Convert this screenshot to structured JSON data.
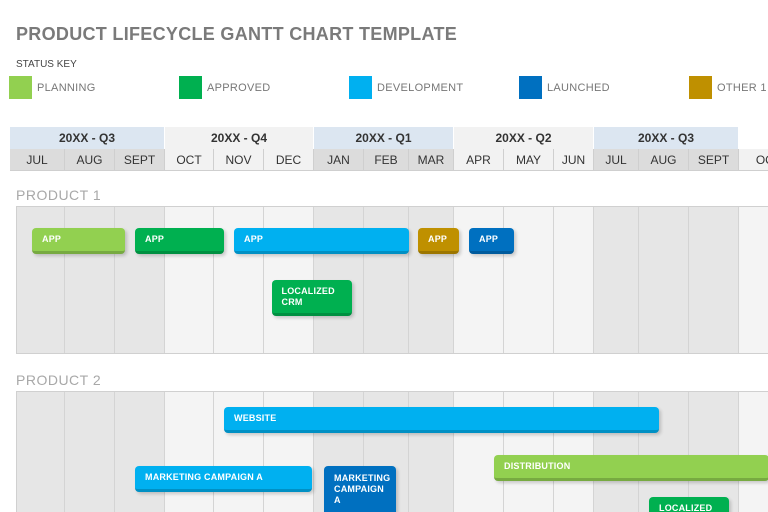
{
  "title": "PRODUCT LIFECYCLE GANTT CHART TEMPLATE",
  "status_key_label": "STATUS KEY",
  "legend": [
    {
      "label": "PLANNING",
      "color": "#92d050"
    },
    {
      "label": "APPROVED",
      "color": "#00b050"
    },
    {
      "label": "DEVELOPMENT",
      "color": "#00b0f0"
    },
    {
      "label": "LAUNCHED",
      "color": "#0070c0"
    },
    {
      "label": "OTHER 1",
      "color": "#bf9000"
    }
  ],
  "chart_data": {
    "type": "gantt",
    "quarters": [
      {
        "label": "20XX - Q3",
        "months": 3
      },
      {
        "label": "20XX - Q4",
        "months": 3
      },
      {
        "label": "20XX - Q1",
        "months": 3
      },
      {
        "label": "20XX - Q2",
        "months": 3
      },
      {
        "label": "20XX - Q3",
        "months": 3
      }
    ],
    "months": [
      "JUL",
      "AUG",
      "SEPT",
      "OCT",
      "NOV",
      "DEC",
      "JAN",
      "FEB",
      "MAR",
      "APR",
      "MAY",
      "JUN",
      "JUL",
      "AUG",
      "SEPT",
      "OCT"
    ],
    "sections": [
      {
        "name": "PRODUCT 1",
        "tasks": [
          {
            "label": "APP",
            "status": "PLANNING",
            "start": 0.4,
            "end": 2.2,
            "row": 0
          },
          {
            "label": "APP",
            "status": "APPROVED",
            "start": 2.4,
            "end": 4.2,
            "row": 0
          },
          {
            "label": "APP",
            "status": "DEVELOPMENT",
            "start": 4.4,
            "end": 8.0,
            "row": 0
          },
          {
            "label": "APP",
            "status": "OTHER 1",
            "start": 8.2,
            "end": 9.1,
            "row": 0
          },
          {
            "label": "APP",
            "status": "LAUNCHED",
            "start": 9.3,
            "end": 10.2,
            "row": 0
          },
          {
            "label": "LOCALIZED\nCRM",
            "status": "APPROVED",
            "start": 5.15,
            "end": 6.75,
            "row": 1
          }
        ]
      },
      {
        "name": "PRODUCT 2",
        "tasks": [
          {
            "label": "WEBSITE",
            "status": "DEVELOPMENT",
            "start": 4.2,
            "end": 13.4,
            "row": 0
          },
          {
            "label": "DISTRIBUTION",
            "status": "PLANNING",
            "start": 9.8,
            "end": 15.5,
            "row": 1
          },
          {
            "label": "MARKETING CAMPAIGN A",
            "status": "DEVELOPMENT",
            "start": 2.4,
            "end": 5.95,
            "row": 2
          },
          {
            "label": "MARKETING\nCAMPAIGN\nA",
            "status": "LAUNCHED",
            "start": 6.2,
            "end": 7.7,
            "row": 3
          },
          {
            "label": "LOCALIZED",
            "status": "APPROVED",
            "start": 13.2,
            "end": 14.8,
            "row": 4
          }
        ]
      }
    ]
  }
}
